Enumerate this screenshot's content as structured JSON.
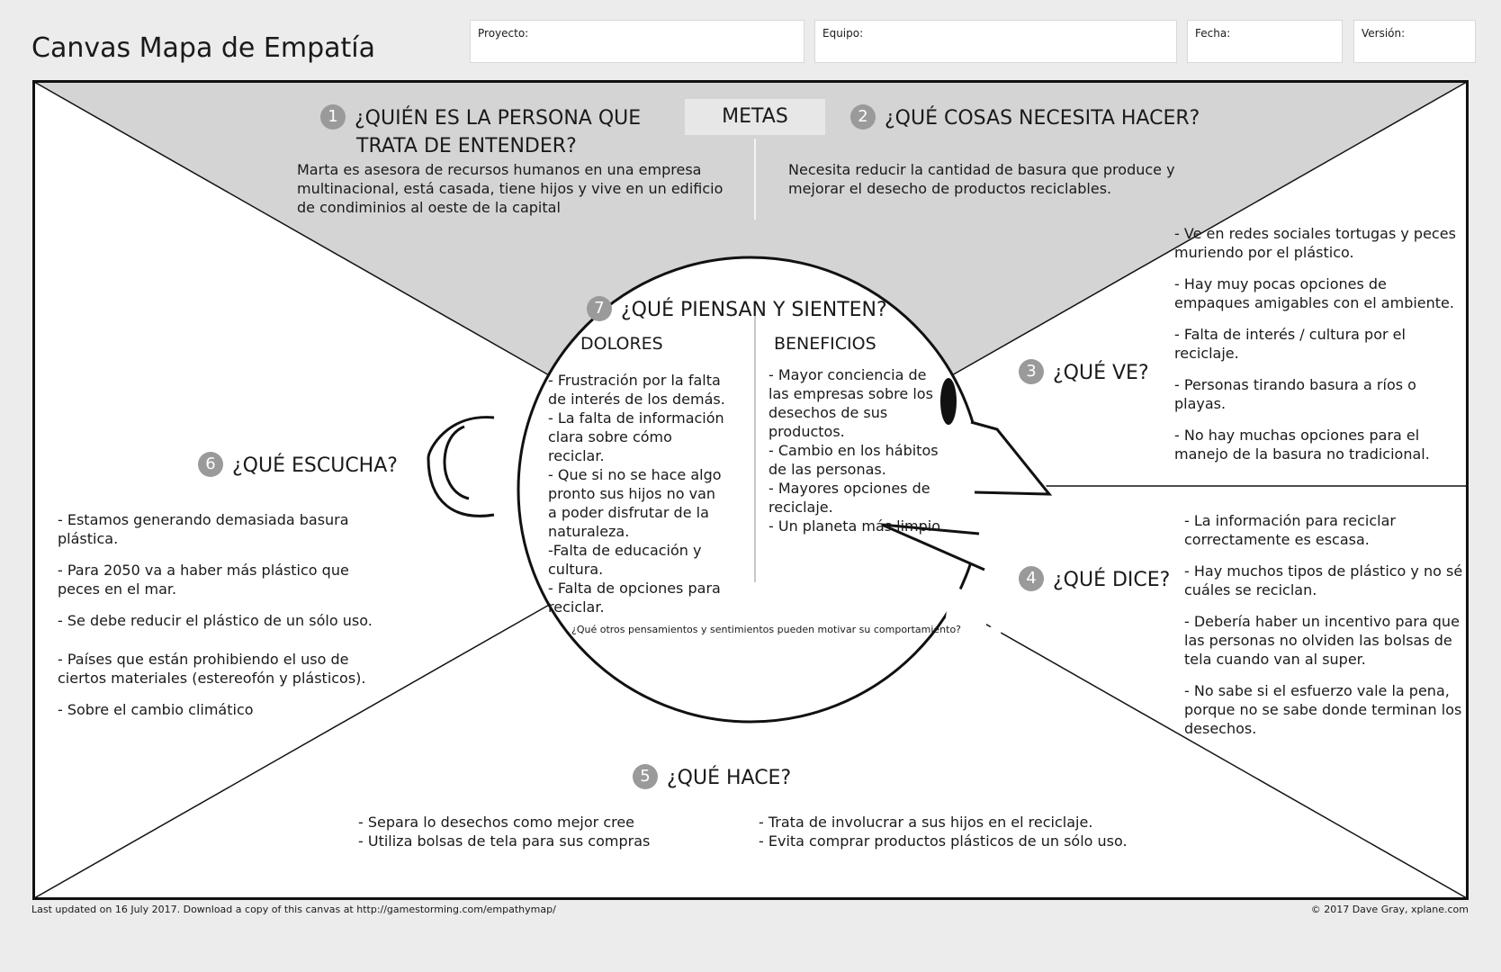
{
  "header": {
    "title": "Canvas Mapa de Empatía",
    "fields": [
      {
        "label": "Proyecto:"
      },
      {
        "label": "Equipo:"
      },
      {
        "label": "Fecha:"
      },
      {
        "label": "Versión:"
      }
    ]
  },
  "metas": "METAS",
  "sections": {
    "s1": {
      "num": "1",
      "title_line1": "¿QUIÉN ES LA PERSONA QUE",
      "title_line2": "TRATA DE ENTENDER?",
      "body": "Marta es asesora de recursos humanos en una empresa multinacional, está casada, tiene hijos y vive en un edificio de condiminios al oeste de la capital"
    },
    "s2": {
      "num": "2",
      "title": "¿QUÉ COSAS NECESITA HACER?",
      "body": "Necesita reducir la cantidad de basura que produce y mejorar el desecho de productos reciclables."
    },
    "s3": {
      "num": "3",
      "title": "¿QUÉ VE?",
      "items": [
        "- Ve en redes sociales tortugas y peces muriendo por el plástico.",
        "- Hay muy pocas opciones de empaques amigables con el ambiente.",
        "- Falta de interés / cultura por el reciclaje.",
        "- Personas tirando basura a ríos o playas.",
        "- No hay muchas opciones para el manejo de la basura no tradicional."
      ]
    },
    "s4": {
      "num": "4",
      "title": "¿QUÉ DICE?",
      "items": [
        "- La información para reciclar correctamente es escasa.",
        "- Hay muchos tipos de plástico y no sé cuáles se reciclan.",
        "- Debería haber un incentivo para que las personas no olviden las bolsas de tela cuando van al super.",
        "- No sabe si el esfuerzo vale la pena, porque no se sabe donde terminan los desechos."
      ]
    },
    "s5": {
      "num": "5",
      "title": "¿QUÉ HACE?",
      "left": [
        "- Separa lo desechos como mejor cree",
        "- Utiliza bolsas de tela para sus compras"
      ],
      "right": [
        "- Trata de involucrar a sus hijos en el reciclaje.",
        "- Evita comprar productos plásticos de un sólo uso."
      ]
    },
    "s6": {
      "num": "6",
      "title": "¿QUÉ ESCUCHA?",
      "items": [
        "- Estamos generando demasiada basura plástica.",
        "- Para 2050 va a haber más plástico que peces en el mar.",
        "- Se debe reducir el plástico de un sólo uso.",
        "- Países que están prohibiendo el uso de ciertos materiales (estereofón y plásticos).",
        "- Sobre el cambio climático"
      ]
    },
    "s7": {
      "num": "7",
      "title": "¿QUÉ PIENSAN Y SIENTEN?",
      "dolores_label": "DOLORES",
      "beneficios_label": "BENEFICIOS",
      "dolores": [
        "- Frustración por la falta de interés de los demás.",
        "- La falta de información clara sobre cómo reciclar.",
        "- Que si no se hace algo pronto sus hijos no van a poder disfrutar de la naturaleza.",
        "-Falta de educación y cultura.",
        "- Falta de opciones para reciclar."
      ],
      "beneficios": [
        "- Mayor conciencia de las empresas sobre los desechos de sus productos.",
        "- Cambio en los hábitos de las personas.",
        "- Mayores opciones de reciclaje.",
        "- Un planeta más limpio."
      ],
      "question": "¿Qué otros pensamientos y sentimientos pueden motivar su comportamiento?"
    }
  },
  "footer": {
    "left": "Last updated on 16 July 2017. Download a copy of this canvas at http://gamestorming.com/empathymap/",
    "right": "© 2017 Dave Gray, xplane.com"
  },
  "colors": {
    "background": "#ececec",
    "goals_area": "#d4d4d4",
    "number_badge": "#9a9a9a",
    "line": "#111111"
  }
}
